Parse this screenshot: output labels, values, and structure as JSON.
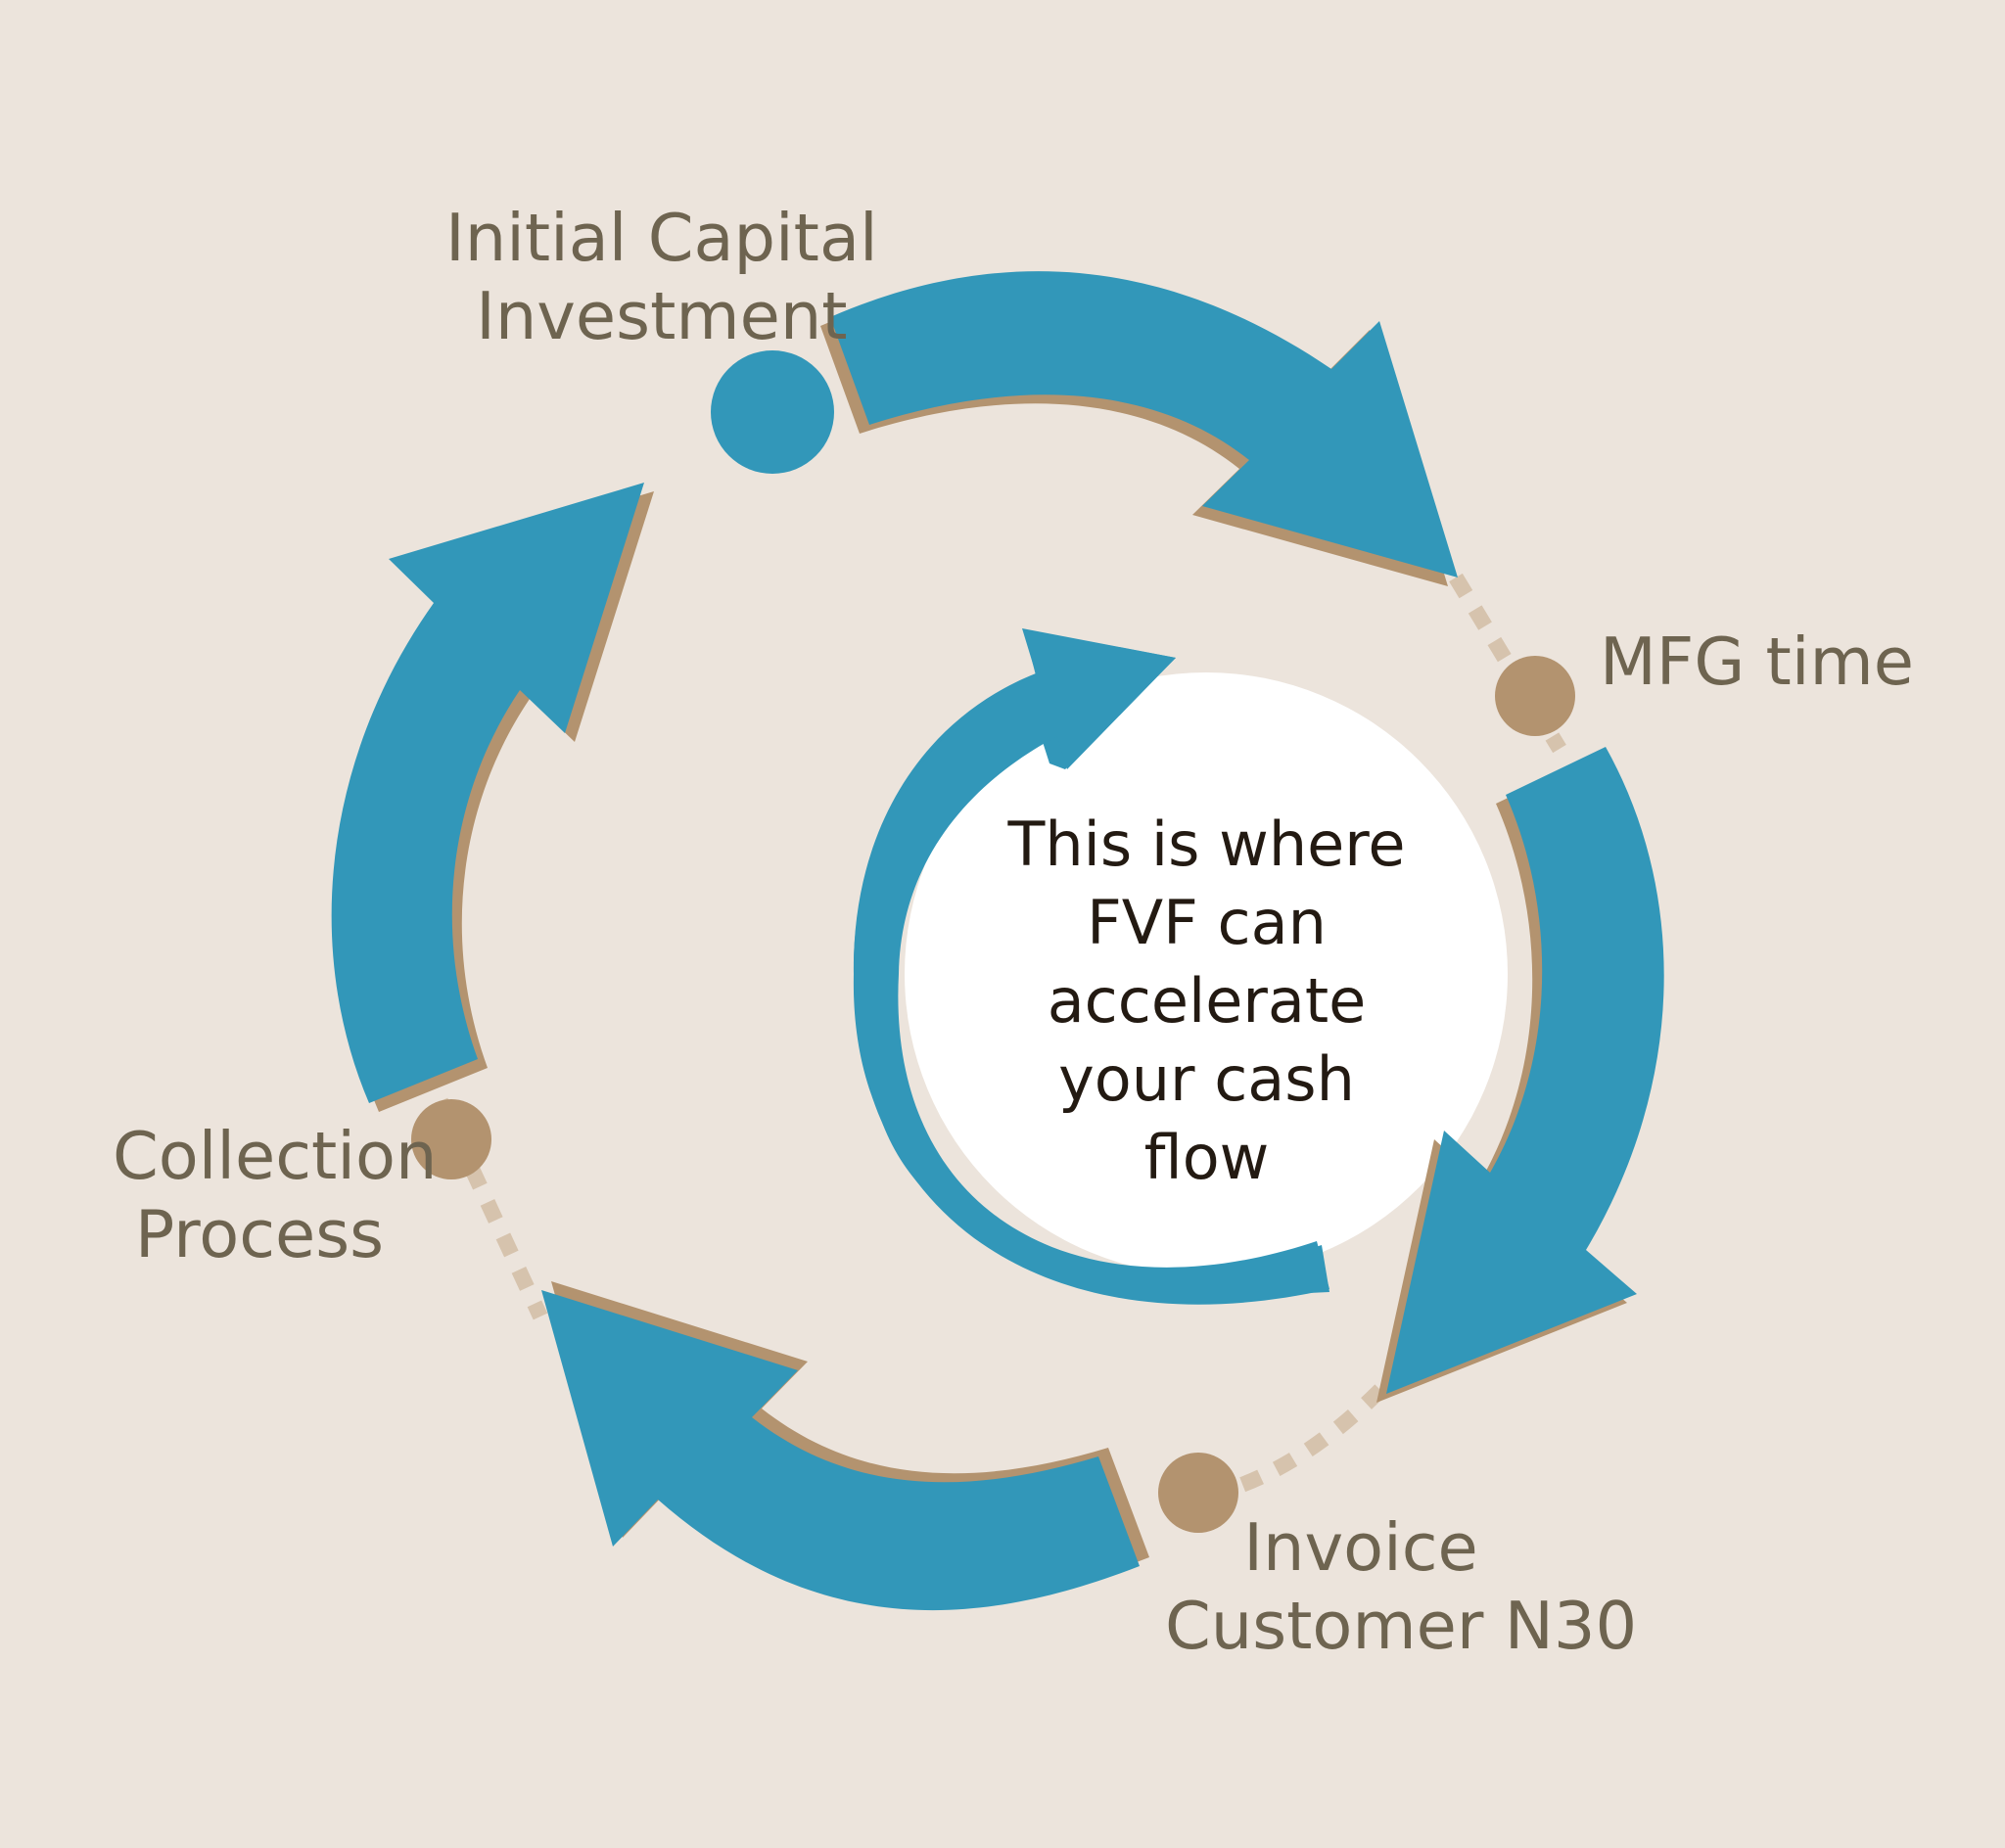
{
  "diagram": {
    "stages": {
      "initial_capital": [
        "Initial  Capital",
        "Investment"
      ],
      "mfg_time": [
        "MFG time"
      ],
      "invoice": [
        "Invoice",
        "Customer N30"
      ],
      "collection": [
        "Collection",
        "Process"
      ]
    },
    "center_message": [
      "This is where",
      "FVF can",
      "accelerate",
      "your cash",
      "flow"
    ]
  },
  "colors": {
    "background": "#ece4dc",
    "arrow_blue": "#3297b9",
    "arrow_shadow": "#b3936f",
    "node_tan": "#b3936f",
    "dotted_connector": "#d6c3ad",
    "label_text": "#6e6450",
    "center_text": "#231a12",
    "center_circle": "#ffffff"
  }
}
